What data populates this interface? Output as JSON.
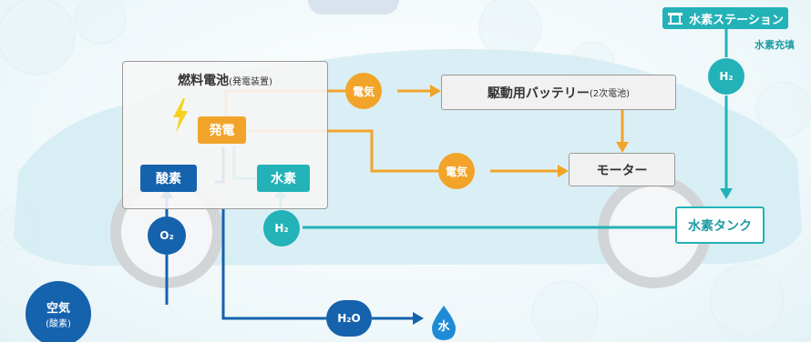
{
  "fuel_cell": {
    "title": "燃料電池",
    "subtitle": "(発電装置)"
  },
  "nodes": {
    "hatsuden": "発電",
    "sanso": "酸素",
    "suiso": "水素",
    "battery": "駆動用バッテリー",
    "battery_sub": "(2次電池)",
    "motor": "モーター",
    "tank": "水素タンク",
    "station": "水素ステーション",
    "station_sub": "水素充填",
    "denki": "電気",
    "denki2": "電気",
    "o2": "O₂",
    "h2_left": "H₂",
    "h2_right": "H₂",
    "h2o": "H₂O",
    "mizu": "水",
    "air": "空気",
    "air_sub": "(酸素)"
  },
  "colors": {
    "orange": "#f2a42a",
    "navy": "#1562ad",
    "teal": "#23b2b8",
    "grey_box": "#f1f1f1",
    "car_silhouette": "#d3ecf3"
  },
  "icons": {
    "lightning": "lightning-bolt-icon",
    "station": "gas-station-icon",
    "water": "water-drop-icon"
  }
}
